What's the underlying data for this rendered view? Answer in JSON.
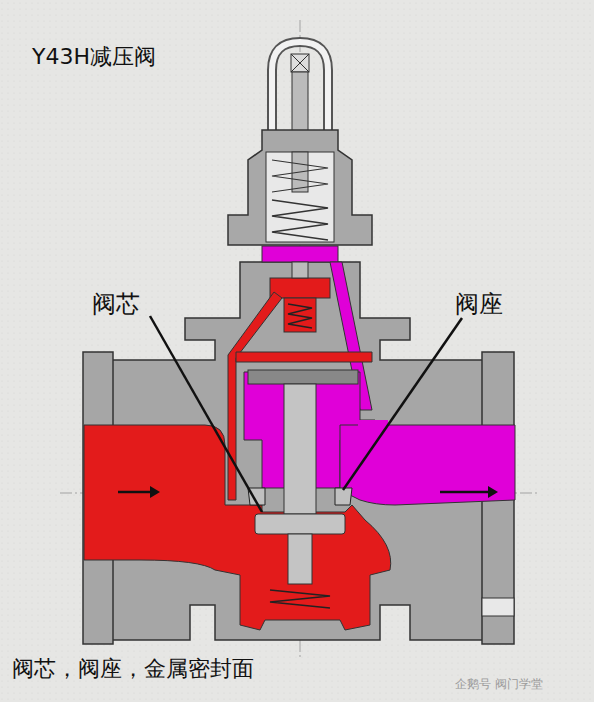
{
  "diagram": {
    "title": "Y43H减压阀",
    "caption": "阀芯，阀座，金属密封面",
    "labels": [
      "阀芯",
      "阀座",
      "企鹅号 阀门学堂"
    ]
  }
}
